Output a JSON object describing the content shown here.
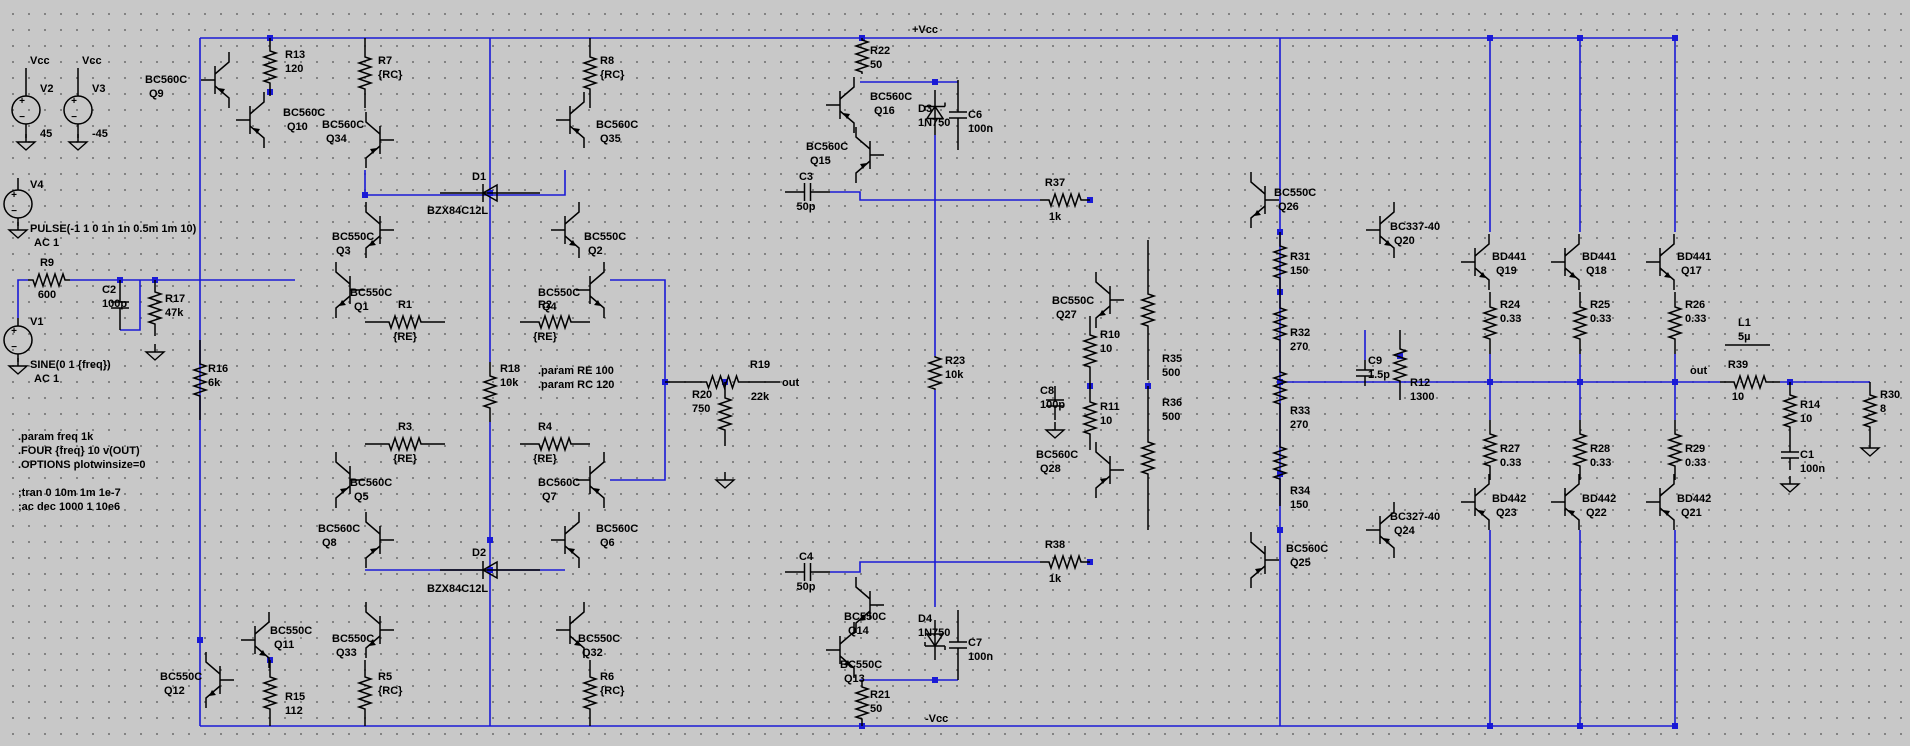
{
  "rails": {
    "vcc": "+Vcc",
    "vee": "-Vcc"
  },
  "sources": [
    {
      "ref": "V2",
      "value": "45",
      "net": "Vcc"
    },
    {
      "ref": "V3",
      "value": "-45",
      "net": "Vcc"
    },
    {
      "ref": "V4",
      "value": "PULSE(-1 1 0 1n 1n 0.5m 1m 10)",
      "extra": "AC 1"
    },
    {
      "ref": "V1",
      "value": "SINE(0 1 {freq})",
      "extra": "AC 1"
    }
  ],
  "directives": [
    ".param freq 1k",
    ".FOUR {freq} 10 v(OUT)",
    ".OPTIONS plotwinsize=0",
    ";tran 0 10m 1m 1e-7",
    ";ac dec 1000 1 10e6",
    ".param RE 100",
    ".param RC 120"
  ],
  "resistors": [
    {
      "ref": "R13",
      "value": "120"
    },
    {
      "ref": "R7",
      "value": "{RC}"
    },
    {
      "ref": "R8",
      "value": "{RC}"
    },
    {
      "ref": "R22",
      "value": "50"
    },
    {
      "ref": "R9",
      "value": "600"
    },
    {
      "ref": "R17",
      "value": "47k"
    },
    {
      "ref": "R16",
      "value": "6k"
    },
    {
      "ref": "R1",
      "value": "{RE}"
    },
    {
      "ref": "R2",
      "value": "{RE}"
    },
    {
      "ref": "R3",
      "value": "{RE}"
    },
    {
      "ref": "R4",
      "value": "{RE}"
    },
    {
      "ref": "R18",
      "value": "10k"
    },
    {
      "ref": "R19",
      "value": "22k"
    },
    {
      "ref": "R20",
      "value": "750"
    },
    {
      "ref": "R23",
      "value": "10k"
    },
    {
      "ref": "R37",
      "value": "1k"
    },
    {
      "ref": "R38",
      "value": "1k"
    },
    {
      "ref": "R10",
      "value": "10"
    },
    {
      "ref": "R11",
      "value": "10"
    },
    {
      "ref": "R35",
      "value": "500"
    },
    {
      "ref": "R36",
      "value": "500"
    },
    {
      "ref": "R31",
      "value": "150"
    },
    {
      "ref": "R32",
      "value": "270"
    },
    {
      "ref": "R33",
      "value": "270"
    },
    {
      "ref": "R34",
      "value": "150"
    },
    {
      "ref": "R12",
      "value": "1300"
    },
    {
      "ref": "R24",
      "value": "0.33"
    },
    {
      "ref": "R25",
      "value": "0.33"
    },
    {
      "ref": "R26",
      "value": "0.33"
    },
    {
      "ref": "R27",
      "value": "0.33"
    },
    {
      "ref": "R28",
      "value": "0.33"
    },
    {
      "ref": "R29",
      "value": "0.33"
    },
    {
      "ref": "R39",
      "value": "10"
    },
    {
      "ref": "R14",
      "value": "10"
    },
    {
      "ref": "R30",
      "value": "8"
    },
    {
      "ref": "R15",
      "value": "112"
    },
    {
      "ref": "R5",
      "value": "{RC}"
    },
    {
      "ref": "R6",
      "value": "{RC}"
    },
    {
      "ref": "R21",
      "value": "50"
    }
  ],
  "capacitors": [
    {
      "ref": "C2",
      "value": "100p"
    },
    {
      "ref": "C3",
      "value": "50p"
    },
    {
      "ref": "C4",
      "value": "50p"
    },
    {
      "ref": "C6",
      "value": "100n"
    },
    {
      "ref": "C7",
      "value": "100n"
    },
    {
      "ref": "C8",
      "value": "100p"
    },
    {
      "ref": "C9",
      "value": "1.5p"
    },
    {
      "ref": "C1",
      "value": "100n"
    }
  ],
  "inductors": [
    {
      "ref": "L1",
      "value": "5µ"
    }
  ],
  "diodes": [
    {
      "ref": "D1",
      "value": "BZX84C12L"
    },
    {
      "ref": "D2",
      "value": "BZX84C12L"
    },
    {
      "ref": "D3",
      "value": "1N750"
    },
    {
      "ref": "D4",
      "value": "1N750"
    }
  ],
  "transistors": [
    {
      "ref": "Q9",
      "model": "BC560C"
    },
    {
      "ref": "Q10",
      "model": "BC560C"
    },
    {
      "ref": "Q34",
      "model": "BC560C"
    },
    {
      "ref": "Q35",
      "model": "BC560C"
    },
    {
      "ref": "Q3",
      "model": "BC550C"
    },
    {
      "ref": "Q2",
      "model": "BC550C"
    },
    {
      "ref": "Q1",
      "model": "BC550C"
    },
    {
      "ref": "Q4",
      "model": "BC550C"
    },
    {
      "ref": "Q5",
      "model": "BC560C"
    },
    {
      "ref": "Q7",
      "model": "BC560C"
    },
    {
      "ref": "Q8",
      "model": "BC560C"
    },
    {
      "ref": "Q6",
      "model": "BC560C"
    },
    {
      "ref": "Q33",
      "model": "BC550C"
    },
    {
      "ref": "Q32",
      "model": "BC550C"
    },
    {
      "ref": "Q11",
      "model": "BC550C"
    },
    {
      "ref": "Q12",
      "model": "BC550C"
    },
    {
      "ref": "Q16",
      "model": "BC560C"
    },
    {
      "ref": "Q15",
      "model": "BC560C"
    },
    {
      "ref": "Q14",
      "model": "BC550C"
    },
    {
      "ref": "Q13",
      "model": "BC550C"
    },
    {
      "ref": "Q26",
      "model": "BC550C"
    },
    {
      "ref": "Q27",
      "model": "BC550C"
    },
    {
      "ref": "Q28",
      "model": "BC560C"
    },
    {
      "ref": "Q25",
      "model": "BC560C"
    },
    {
      "ref": "Q20",
      "model": "BC337-40"
    },
    {
      "ref": "Q24",
      "model": "BC327-40"
    },
    {
      "ref": "Q19",
      "model": "BD441"
    },
    {
      "ref": "Q18",
      "model": "BD441"
    },
    {
      "ref": "Q17",
      "model": "BD441"
    },
    {
      "ref": "Q23",
      "model": "BD442"
    },
    {
      "ref": "Q22",
      "model": "BD442"
    },
    {
      "ref": "Q21",
      "model": "BD442"
    }
  ],
  "nets": [
    "out",
    "out"
  ]
}
